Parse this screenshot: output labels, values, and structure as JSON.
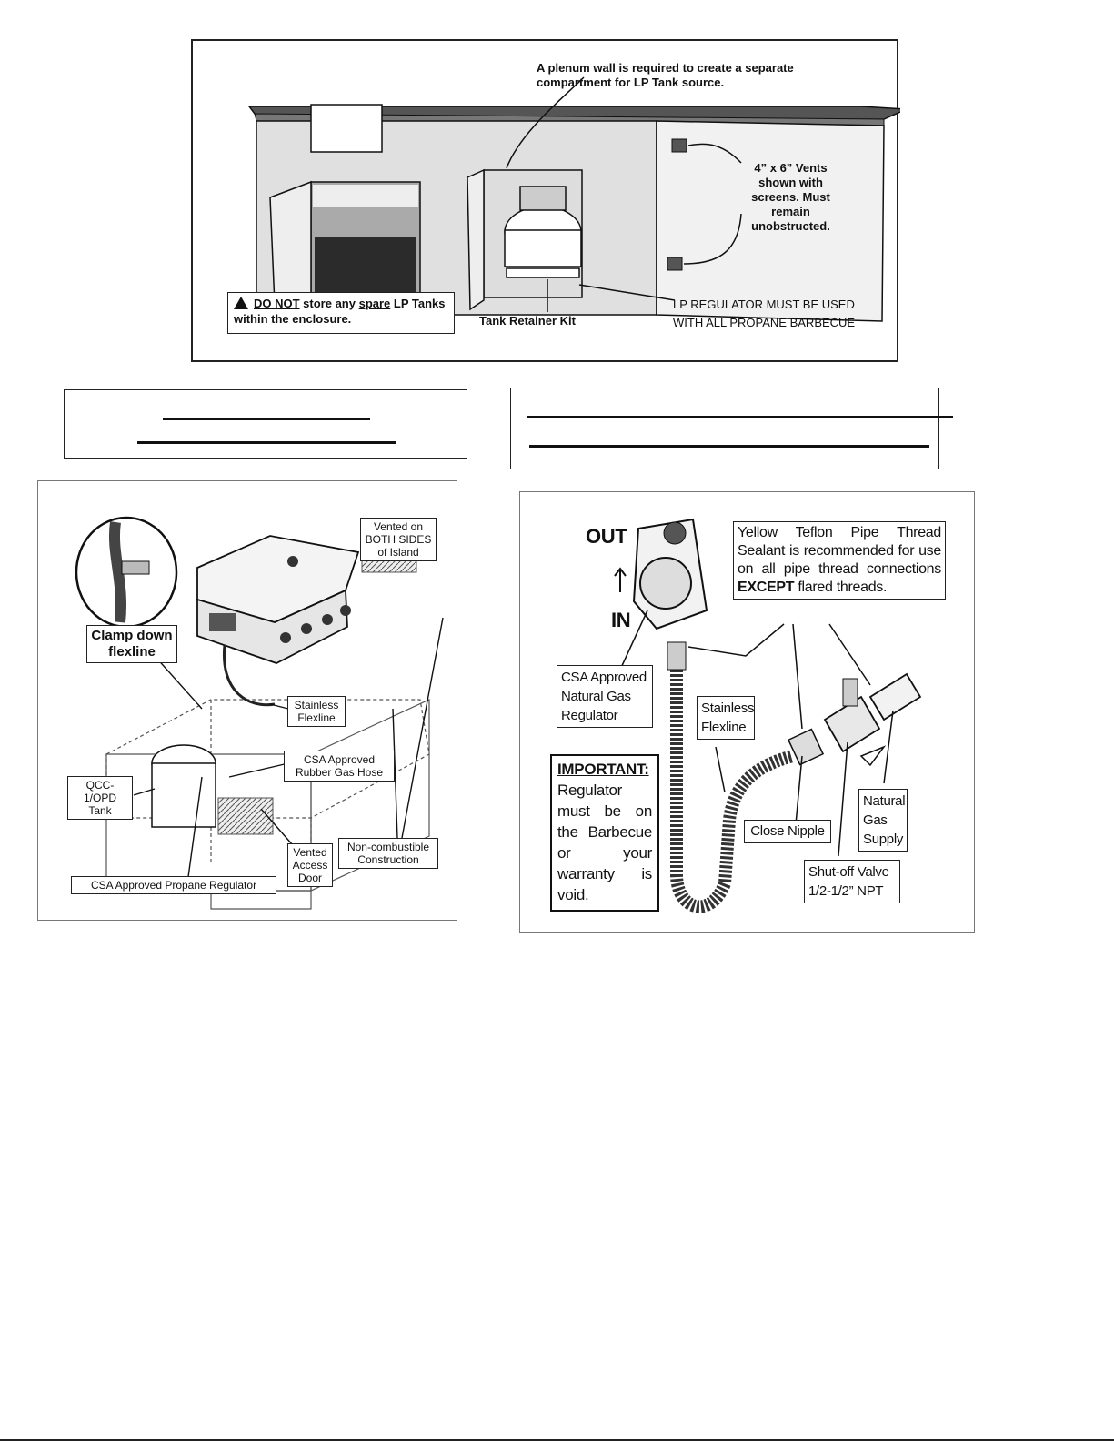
{
  "top_figure": {
    "plenum_note": "A plenum wall is required to create a separate compartment for LP Tank source.",
    "vents_note": "4” x 6” Vents shown with screens. Must remain unobstructed.",
    "warning_prefix": "DO NOT",
    "warning_mid1": " store any ",
    "warning_spare": "spare",
    "warning_mid2": " LP Tanks within the enclosure.",
    "retainer_label": "Tank Retainer Kit",
    "regulator_note_line1": "LP REGULATOR MUST BE USED",
    "regulator_note_line2": "WITH ALL PROPANE BARBECUE"
  },
  "left_figure": {
    "clamp_label": "Clamp down flexline",
    "vented_label": "Vented on BOTH SIDES of Island",
    "flexline_label": "Stainless Flexline",
    "hose_label": "CSA Approved Rubber Gas Hose",
    "tank_label": "QCC-1/OPD Tank",
    "regulator_label": "CSA Approved Propane Regulator",
    "door_label": "Vented Access Door",
    "construction_label": "Non-combustible Construction"
  },
  "right_figure": {
    "out_label": "OUT",
    "in_label": "IN",
    "sealant_pre": "Yellow Teflon Pipe Thread Sealant is recommended for use on all pipe thread connections ",
    "sealant_bold": "EXCEPT",
    "sealant_post": " flared threads.",
    "regulator_label": "CSA Approved Natural Gas Regulator",
    "flexline_label": "Stainless Flexline",
    "important_title": "IMPORTANT:",
    "important_body": "Regulator must be on the Barbecue or your warranty is void.",
    "nipple_label": "Close Nipple",
    "supply_label": "Natural Gas Supply",
    "valve_label": "Shut-off Valve 1/2-1/2” NPT"
  }
}
